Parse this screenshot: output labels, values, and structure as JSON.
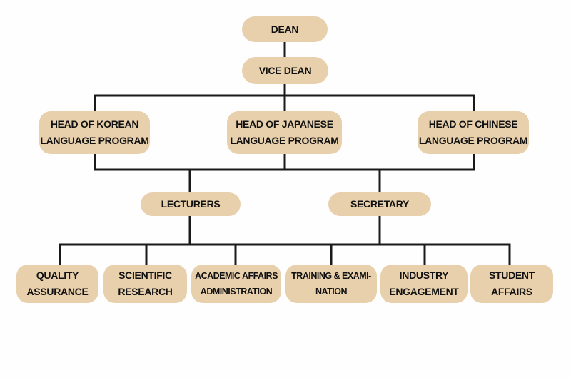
{
  "colors": {
    "box_fill": "#e8d0ac",
    "line": "#1a1a1a",
    "text": "#111111"
  },
  "org_chart": {
    "dean": "DEAN",
    "vice_dean": "VICE DEAN",
    "program_heads": [
      {
        "line1": "HEAD OF KOREAN",
        "line2": "LANGUAGE PROGRAM"
      },
      {
        "line1": "HEAD OF JAPANESE",
        "line2": "LANGUAGE PROGRAM"
      },
      {
        "line1": "HEAD OF CHINESE",
        "line2": "LANGUAGE PROGRAM"
      }
    ],
    "staff": [
      "LECTURERS",
      "SECRETARY"
    ],
    "departments": [
      {
        "line1": "QUALITY",
        "line2": "ASSURANCE"
      },
      {
        "line1": "SCIENTIFIC",
        "line2": "RESEARCH"
      },
      {
        "line1": "ACADEMIC AFFAIRS",
        "line2": "ADMINISTRATION"
      },
      {
        "line1": "TRAINING & EXAMI-",
        "line2": "NATION"
      },
      {
        "line1": "INDUSTRY",
        "line2": "ENGAGEMENT"
      },
      {
        "line1": "STUDENT",
        "line2": "AFFAIRS"
      }
    ]
  }
}
